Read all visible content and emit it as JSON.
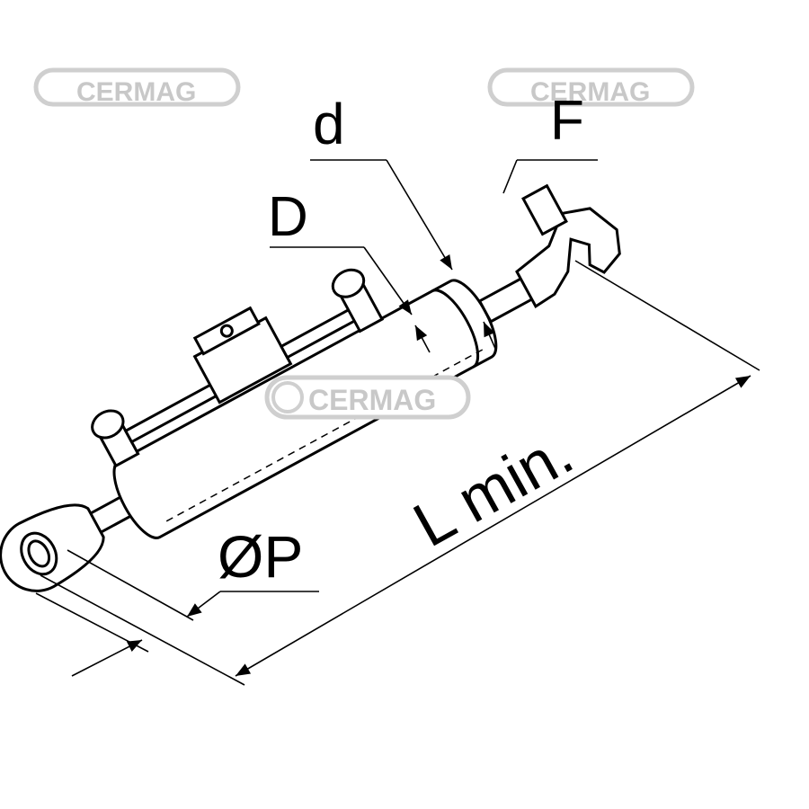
{
  "watermark": {
    "text": "CERMAG",
    "color": "#c8c8c8"
  },
  "labels": {
    "rod_diameter": "d",
    "cylinder_diameter": "D",
    "hook_end": "F",
    "pin_diameter": "ØP",
    "min_length": "L min."
  },
  "colors": {
    "line": "#000000",
    "background": "#ffffff"
  }
}
